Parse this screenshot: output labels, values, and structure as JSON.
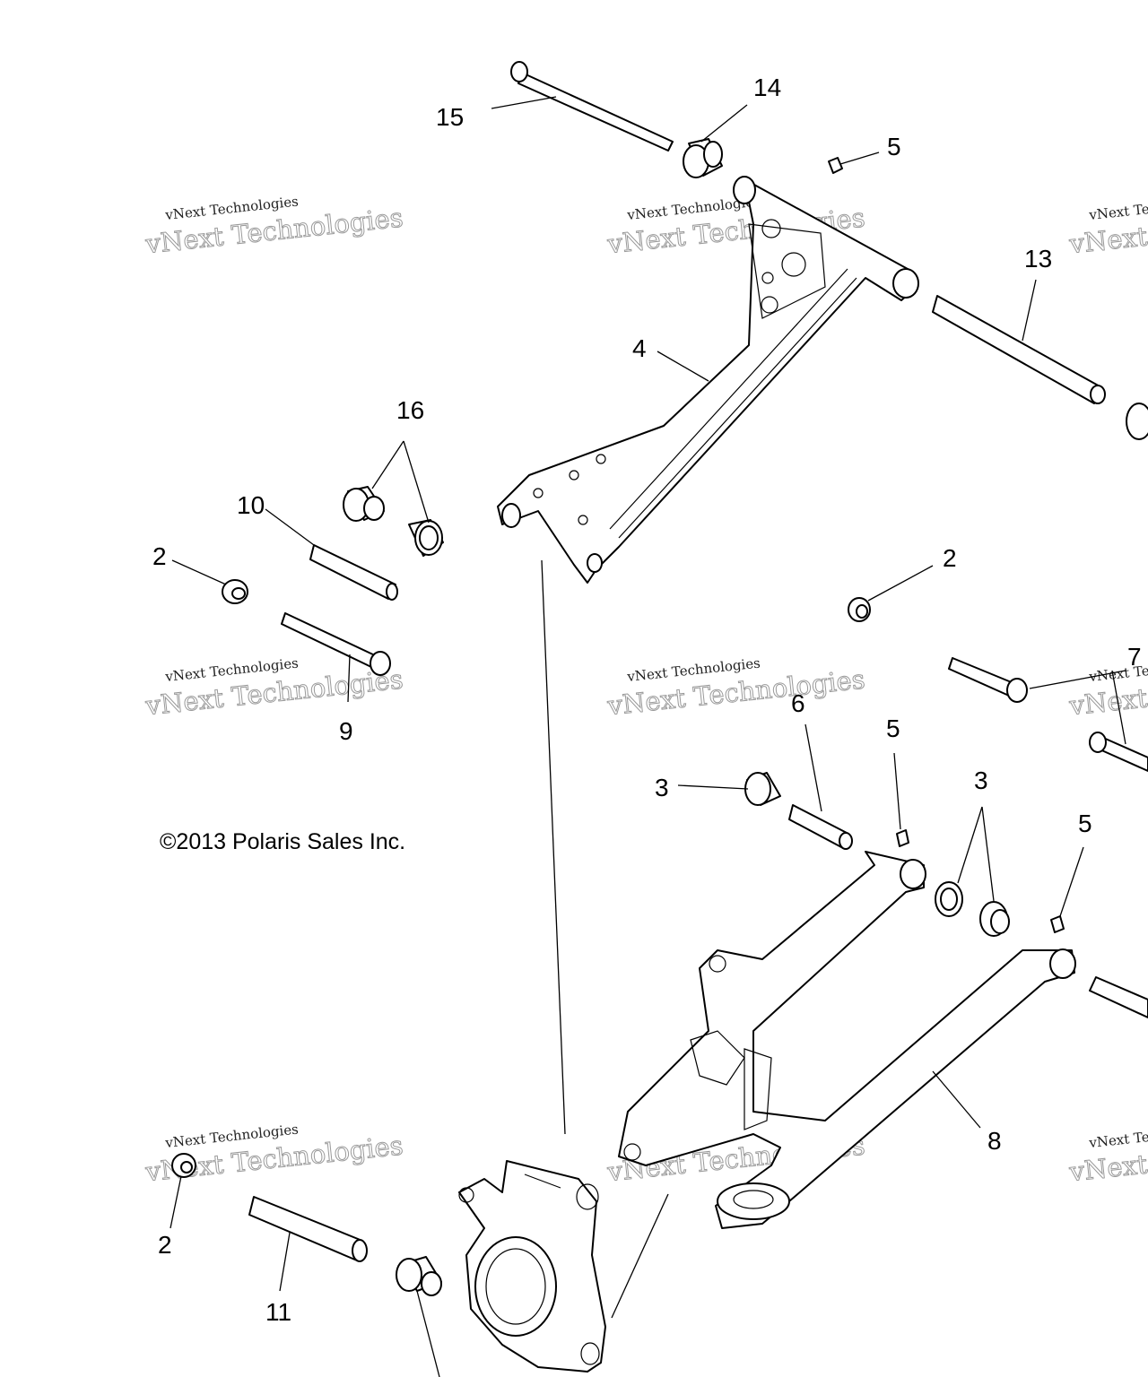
{
  "copyright": "©2013 Polaris Sales Inc.",
  "watermark": {
    "line1": "vNext Technologies",
    "line2": "vNext Technologies"
  },
  "callouts": {
    "c15": "15",
    "c14": "14",
    "c5a": "5",
    "c13": "13",
    "c4": "4",
    "c16": "16",
    "c10": "10",
    "c2a": "2",
    "c2b": "2",
    "c9": "9",
    "c7": "7",
    "c6": "6",
    "c5b": "5",
    "c3a": "3",
    "c3b": "3",
    "c5c": "5",
    "c8": "8",
    "c2c": "2",
    "c11": "11"
  }
}
